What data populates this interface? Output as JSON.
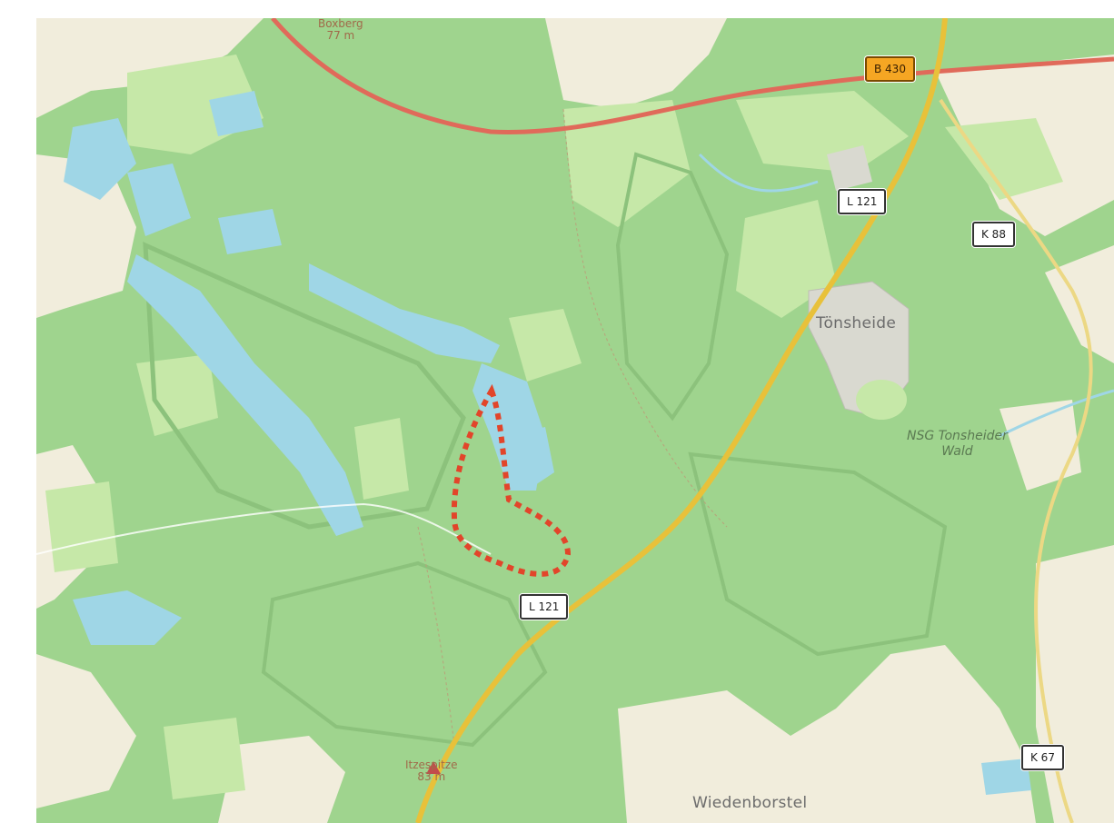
{
  "map": {
    "colors": {
      "forest": "#9fd48e",
      "forest_dark": "#8cc27c",
      "meadow": "#c6e8a8",
      "field": "#f1eddc",
      "water": "#9fd6e6",
      "federal_road": "#e06a5a",
      "state_road": "#e8c13a",
      "district_road": "#ecd884",
      "route_marker": "#e2452a"
    },
    "labels": {
      "boxberg_name": "Boxberg",
      "boxberg_elev": "77 m",
      "tonsheide": "Tönsheide",
      "nsg_line1": "NSG Tonsheider",
      "nsg_line2": "Wald",
      "itzespitze_name": "Itzespitze",
      "itzespitze_elev": "83 m",
      "wiedenborstel": "Wiedenborstel"
    },
    "road_shields": {
      "b430": "B 430",
      "l121_north": "L 121",
      "l121_south": "L 121",
      "k88": "K 88",
      "k67": "K 67"
    }
  }
}
